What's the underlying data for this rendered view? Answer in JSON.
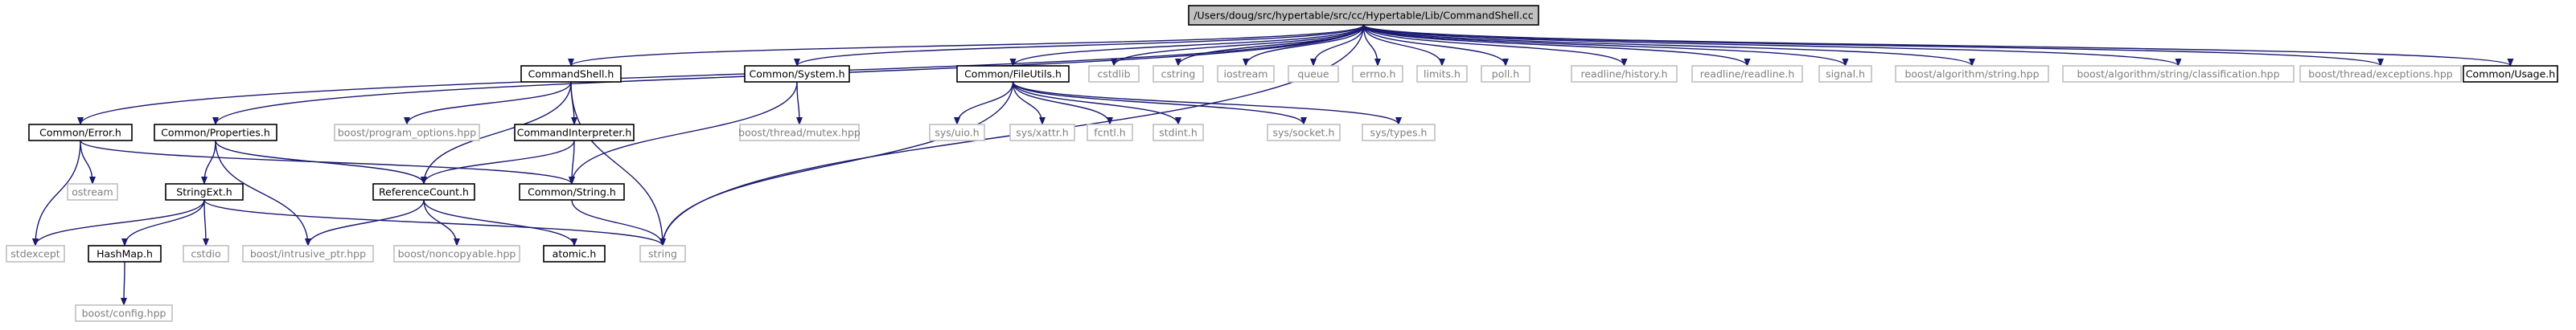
{
  "graph": {
    "colors": {
      "edge": "#191970",
      "root_fill": "#c0c0c0",
      "root_stroke": "#000000",
      "linked_stroke": "#000000",
      "external_stroke": "#c0c0c0",
      "external_text": "#7f7f7f",
      "text": "#000000"
    },
    "nodes": [
      {
        "id": "root",
        "label": "/Users/doug/src/hypertable/src/cc/Hypertable/Lib/CommandShell.cc",
        "kind": "root"
      },
      {
        "id": "cmdshell_h",
        "label": "CommandShell.h",
        "kind": "linked"
      },
      {
        "id": "common_system_h",
        "label": "Common/System.h",
        "kind": "linked"
      },
      {
        "id": "common_fileutils_h",
        "label": "Common/FileUtils.h",
        "kind": "linked"
      },
      {
        "id": "cstdlib",
        "label": "cstdlib",
        "kind": "external"
      },
      {
        "id": "cstring",
        "label": "cstring",
        "kind": "external"
      },
      {
        "id": "iostream",
        "label": "iostream",
        "kind": "external"
      },
      {
        "id": "queue",
        "label": "queue",
        "kind": "external"
      },
      {
        "id": "errno_h",
        "label": "errno.h",
        "kind": "external"
      },
      {
        "id": "limits_h",
        "label": "limits.h",
        "kind": "external"
      },
      {
        "id": "poll_h",
        "label": "poll.h",
        "kind": "external"
      },
      {
        "id": "readline_history_h",
        "label": "readline/history.h",
        "kind": "external"
      },
      {
        "id": "readline_readline_h",
        "label": "readline/readline.h",
        "kind": "external"
      },
      {
        "id": "signal_h",
        "label": "signal.h",
        "kind": "external"
      },
      {
        "id": "boost_algo_string",
        "label": "boost/algorithm/string.hpp",
        "kind": "external"
      },
      {
        "id": "boost_algo_classif",
        "label": "boost/algorithm/string/classification.hpp",
        "kind": "external"
      },
      {
        "id": "boost_thread_exc",
        "label": "boost/thread/exceptions.hpp",
        "kind": "external"
      },
      {
        "id": "common_usage_h",
        "label": "Common/Usage.h",
        "kind": "linked"
      },
      {
        "id": "common_error_h",
        "label": "Common/Error.h",
        "kind": "linked"
      },
      {
        "id": "common_properties_h",
        "label": "Common/Properties.h",
        "kind": "linked"
      },
      {
        "id": "boost_program_options",
        "label": "boost/program_options.hpp",
        "kind": "external"
      },
      {
        "id": "commandinterpreter_h",
        "label": "CommandInterpreter.h",
        "kind": "linked"
      },
      {
        "id": "boost_thread_mutex",
        "label": "boost/thread/mutex.hpp",
        "kind": "external"
      },
      {
        "id": "sys_uio_h",
        "label": "sys/uio.h",
        "kind": "external"
      },
      {
        "id": "sys_xattr_h",
        "label": "sys/xattr.h",
        "kind": "external"
      },
      {
        "id": "fcntl_h",
        "label": "fcntl.h",
        "kind": "external"
      },
      {
        "id": "stdint_h",
        "label": "stdint.h",
        "kind": "external"
      },
      {
        "id": "sys_socket_h",
        "label": "sys/socket.h",
        "kind": "external"
      },
      {
        "id": "sys_types_h",
        "label": "sys/types.h",
        "kind": "external"
      },
      {
        "id": "ostream",
        "label": "ostream",
        "kind": "external"
      },
      {
        "id": "stringext_h",
        "label": "StringExt.h",
        "kind": "linked"
      },
      {
        "id": "referencecount_h",
        "label": "ReferenceCount.h",
        "kind": "linked"
      },
      {
        "id": "common_string_h",
        "label": "Common/String.h",
        "kind": "linked"
      },
      {
        "id": "stdexcept",
        "label": "stdexcept",
        "kind": "external"
      },
      {
        "id": "hashmap_h",
        "label": "HashMap.h",
        "kind": "linked"
      },
      {
        "id": "cstdio",
        "label": "cstdio",
        "kind": "external"
      },
      {
        "id": "boost_intrusive_ptr",
        "label": "boost/intrusive_ptr.hpp",
        "kind": "external"
      },
      {
        "id": "boost_noncopyable",
        "label": "boost/noncopyable.hpp",
        "kind": "external"
      },
      {
        "id": "atomic_h",
        "label": "atomic.h",
        "kind": "linked"
      },
      {
        "id": "string",
        "label": "string",
        "kind": "external"
      },
      {
        "id": "boost_config",
        "label": "boost/config.hpp",
        "kind": "external"
      }
    ],
    "edges": [
      [
        "root",
        "cmdshell_h"
      ],
      [
        "root",
        "common_system_h"
      ],
      [
        "root",
        "common_fileutils_h"
      ],
      [
        "root",
        "cstdlib"
      ],
      [
        "root",
        "cstring"
      ],
      [
        "root",
        "iostream"
      ],
      [
        "root",
        "queue"
      ],
      [
        "root",
        "errno_h"
      ],
      [
        "root",
        "limits_h"
      ],
      [
        "root",
        "poll_h"
      ],
      [
        "root",
        "readline_history_h"
      ],
      [
        "root",
        "readline_readline_h"
      ],
      [
        "root",
        "signal_h"
      ],
      [
        "root",
        "boost_algo_string"
      ],
      [
        "root",
        "boost_algo_classif"
      ],
      [
        "root",
        "boost_thread_exc"
      ],
      [
        "root",
        "common_usage_h"
      ],
      [
        "root",
        "common_error_h"
      ],
      [
        "root",
        "common_properties_h"
      ],
      [
        "root",
        "string"
      ],
      [
        "cmdshell_h",
        "boost_program_options"
      ],
      [
        "cmdshell_h",
        "commandinterpreter_h"
      ],
      [
        "cmdshell_h",
        "referencecount_h"
      ],
      [
        "cmdshell_h",
        "string"
      ],
      [
        "common_system_h",
        "boost_thread_mutex"
      ],
      [
        "common_system_h",
        "common_string_h"
      ],
      [
        "common_fileutils_h",
        "sys_uio_h"
      ],
      [
        "common_fileutils_h",
        "sys_xattr_h"
      ],
      [
        "common_fileutils_h",
        "fcntl_h"
      ],
      [
        "common_fileutils_h",
        "stdint_h"
      ],
      [
        "common_fileutils_h",
        "sys_socket_h"
      ],
      [
        "common_fileutils_h",
        "sys_types_h"
      ],
      [
        "common_fileutils_h",
        "string"
      ],
      [
        "common_error_h",
        "ostream"
      ],
      [
        "common_error_h",
        "stdexcept"
      ],
      [
        "common_error_h",
        "common_string_h"
      ],
      [
        "common_properties_h",
        "stringext_h"
      ],
      [
        "common_properties_h",
        "referencecount_h"
      ],
      [
        "common_properties_h",
        "boost_intrusive_ptr"
      ],
      [
        "commandinterpreter_h",
        "referencecount_h"
      ],
      [
        "commandinterpreter_h",
        "common_string_h"
      ],
      [
        "stringext_h",
        "stdexcept"
      ],
      [
        "stringext_h",
        "hashmap_h"
      ],
      [
        "stringext_h",
        "cstdio"
      ],
      [
        "stringext_h",
        "string"
      ],
      [
        "referencecount_h",
        "boost_intrusive_ptr"
      ],
      [
        "referencecount_h",
        "boost_noncopyable"
      ],
      [
        "referencecount_h",
        "atomic_h"
      ],
      [
        "common_string_h",
        "string"
      ],
      [
        "hashmap_h",
        "boost_config"
      ]
    ]
  }
}
